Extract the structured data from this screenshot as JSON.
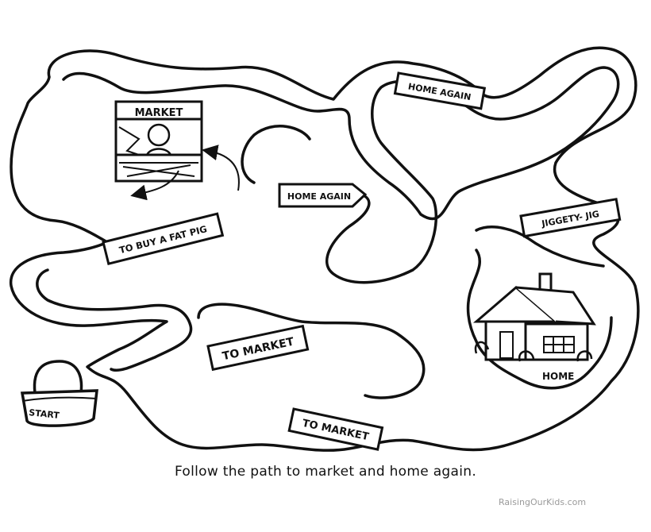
{
  "maze": {
    "signs": {
      "market": "MARKET",
      "home_again_top": "HOME AGAIN",
      "home_again_mid": "HOME AGAIN",
      "jiggety_jig": "JIGGETY- JIG",
      "fat_pig": "TO BUY A FAT PIG",
      "to_market_mid": "TO MARKET",
      "to_market_low": "TO MARKET",
      "start": "START",
      "home": "HOME"
    },
    "instruction": "Follow the path to market and home again.",
    "credit": "RaisingOurKids.com",
    "colors": {
      "ink": "#111111",
      "paper": "#ffffff",
      "credit": "#9a9a9a"
    }
  }
}
